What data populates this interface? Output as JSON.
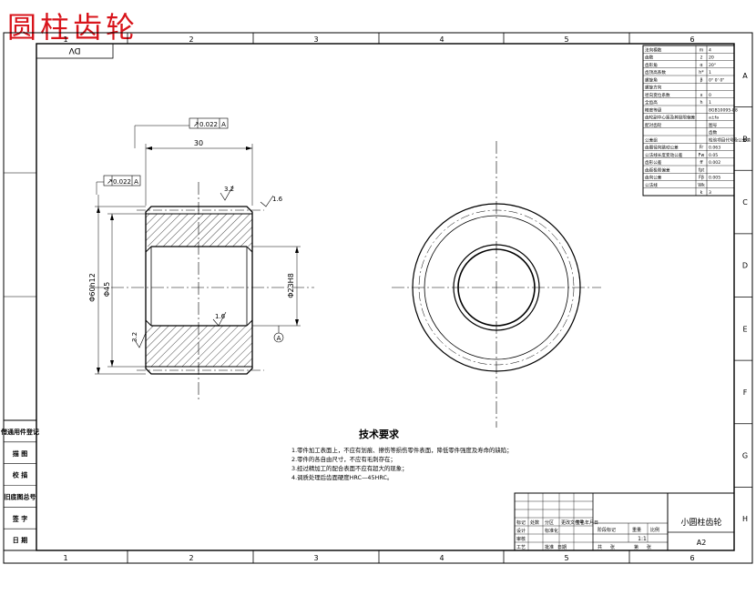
{
  "title_overlay": "圆柱齿轮",
  "frame": {
    "top_numbers": [
      "1",
      "2",
      "3",
      "4",
      "5",
      "6"
    ],
    "bottom_numbers": [
      "1",
      "2",
      "3",
      "4",
      "5",
      "6"
    ],
    "right_letters": [
      "A",
      "B",
      "C",
      "D",
      "E",
      "F",
      "G",
      "H"
    ]
  },
  "drawing_code_box": "DV",
  "dimensions": {
    "width": "30",
    "outer_dia": "Φ60h12",
    "root_dia": "Φ45",
    "bore_dia": "Φ23H8",
    "runout_face": "0.022",
    "runout_face_datum": "A",
    "runout_radial": "0.022",
    "runout_radial_datum": "A",
    "rough_top": "3.2",
    "rough_right": "1.6",
    "rough_bore": "1.6",
    "rough_left": "3.2",
    "datum_label": "A"
  },
  "gear_table": [
    {
      "label": "法向模数",
      "sym": "m",
      "val": "4"
    },
    {
      "label": "齿数",
      "sym": "z",
      "val": "20"
    },
    {
      "label": "齿形角",
      "sym": "α",
      "val": "20°"
    },
    {
      "label": "齿顶高系数",
      "sym": "h*",
      "val": "1"
    },
    {
      "label": "螺旋角",
      "sym": "β",
      "val": "0° 0' 0\""
    },
    {
      "label": "螺旋方向",
      "sym": "",
      "val": ""
    },
    {
      "label": "径向变位系数",
      "sym": "x",
      "val": "0"
    },
    {
      "label": "全齿高",
      "sym": "h",
      "val": "1"
    },
    {
      "label": "精度等级",
      "sym": "",
      "val": "8GB10095-88"
    },
    {
      "label": "齿轮副中心距及其极限偏差",
      "sym": "",
      "val": "a±fa"
    },
    {
      "label": "配对齿轮",
      "sym": "",
      "val": "图号"
    },
    {
      "label": "",
      "sym": "",
      "val": "齿数"
    },
    {
      "label": "公差组",
      "sym": "",
      "val": "检验项目代号及公差值"
    },
    {
      "label": "齿圈径向跳动公差",
      "sym": "Fr",
      "val": "0.063"
    },
    {
      "label": "公法线长度变动公差",
      "sym": "Fw",
      "val": "0.05"
    },
    {
      "label": "齿形公差",
      "sym": "ff",
      "val": "0.002"
    },
    {
      "label": "齿距极限偏差",
      "sym": "fpt",
      "val": ""
    },
    {
      "label": "齿向公差",
      "sym": "Fβ",
      "val": "0.005"
    },
    {
      "label": "公法线",
      "sym": "Wk",
      "val": ""
    },
    {
      "label": "",
      "sym": "k",
      "val": "3"
    }
  ],
  "tech_req": {
    "heading": "技术要求",
    "items": [
      "1.零件加工表面上，不应有划痕、擦伤等损伤零件表面，降低零件强度及寿命的缺陷；",
      "2.零件的各自由尺寸，不应有毛刺存在；",
      "3.经过精加工的配合表面不应有超大的现象；",
      "4.调质处理后齿面硬度HRC—45HRC。"
    ]
  },
  "left_strip": [
    "借通用件登记",
    "描 图",
    "校 描",
    "旧底图总号",
    "签 字",
    "日 期"
  ],
  "title_block": {
    "part_name": "小圆柱齿轮",
    "sheet_size": "A2",
    "labels": [
      "标记",
      "处数",
      "分区",
      "更改文件号",
      "签名",
      "年月日",
      "设计",
      "标准化",
      "审核",
      "工艺",
      "批准",
      "日期",
      "阶段标记",
      "重量",
      "比例",
      "共",
      "张",
      "第",
      "张"
    ],
    "scale": "1:1"
  }
}
